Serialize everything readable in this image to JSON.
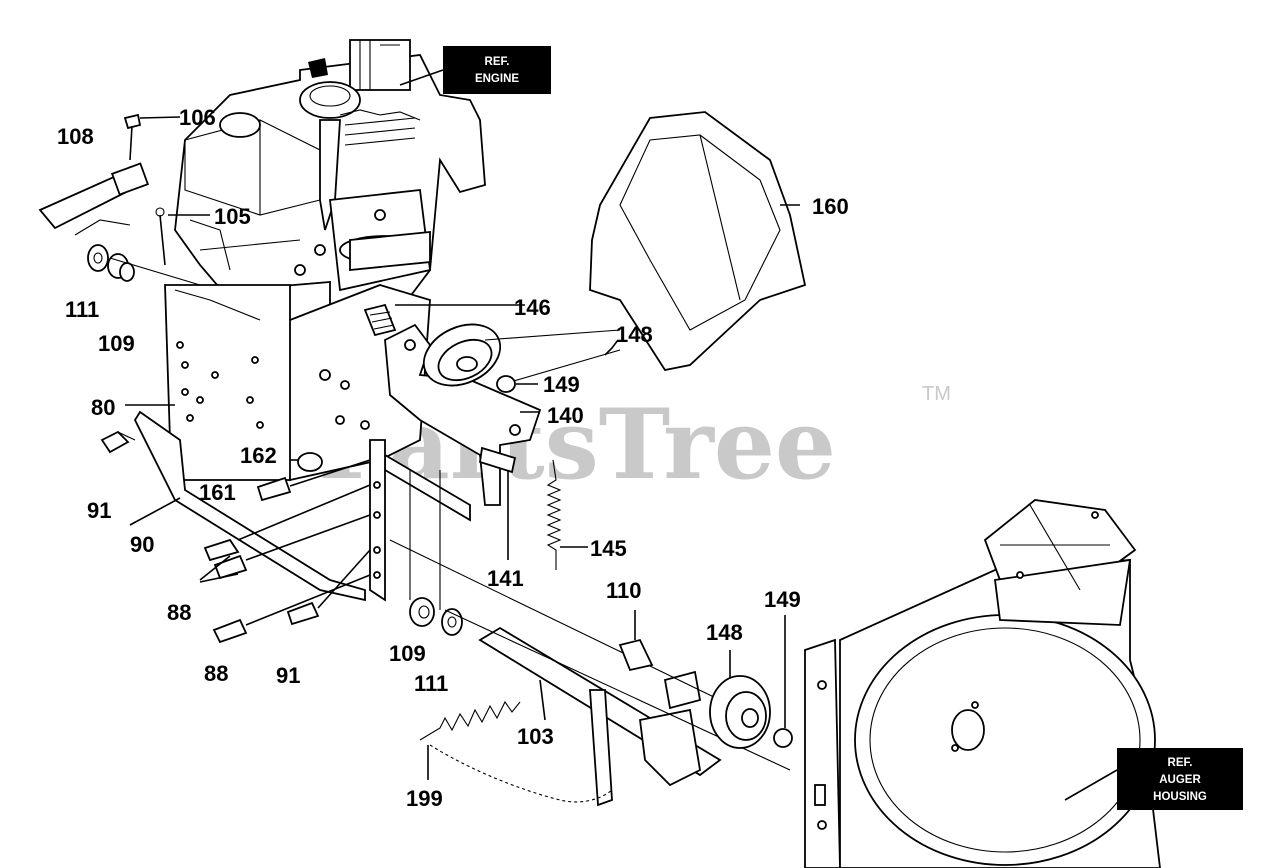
{
  "watermark": {
    "text": "PartsTree",
    "tm": "TM"
  },
  "ref_boxes": {
    "engine": [
      "REF.",
      "ENGINE"
    ],
    "auger": [
      "REF.",
      "AUGER",
      "HOUSING"
    ]
  },
  "labels": {
    "l108": "108",
    "l106": "106",
    "l105": "105",
    "l111a": "111",
    "l109a": "109",
    "l146": "146",
    "l148a": "148",
    "l149a": "149",
    "l140": "140",
    "l160": "160",
    "l80": "80",
    "l162": "162",
    "l161": "161",
    "l91a": "91",
    "l90": "90",
    "l141": "141",
    "l145": "145",
    "l88a": "88",
    "l88b": "88",
    "l91b": "91",
    "l109b": "109",
    "l111b": "111",
    "l110": "110",
    "l148b": "148",
    "l149b": "149",
    "l103": "103",
    "l199": "199"
  },
  "colors": {
    "line": "#000000",
    "watermark": "#c9c9c9",
    "ref_box": "#000000"
  }
}
